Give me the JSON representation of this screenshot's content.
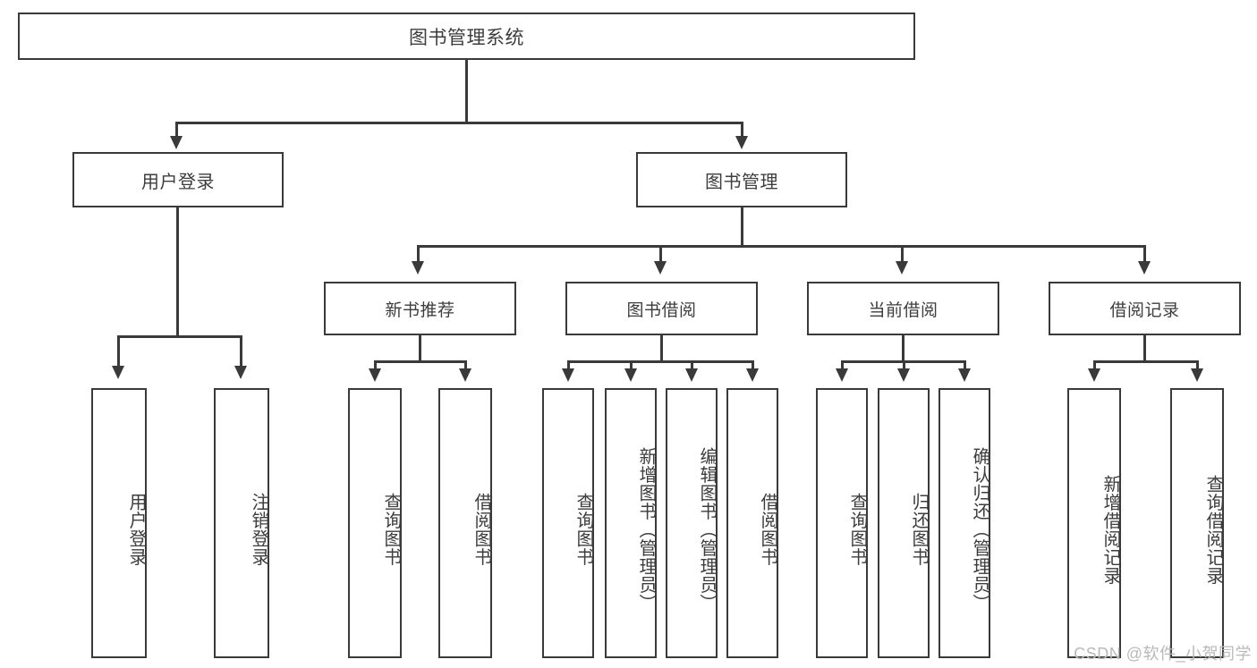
{
  "diagram": {
    "title": "图书管理系统",
    "type": "tree",
    "watermark": "CSDN @软件_小贺同学",
    "colors": {
      "stroke": "#3a3a3a",
      "fill": "#ffffff",
      "text": "#3d3d3d",
      "watermark": "#b9b9b9"
    },
    "root": {
      "label": "图书管理系统"
    },
    "level1": [
      {
        "label": "用户登录"
      },
      {
        "label": "图书管理"
      }
    ],
    "level2": [
      {
        "label": "新书推荐"
      },
      {
        "label": "图书借阅"
      },
      {
        "label": "当前借阅"
      },
      {
        "label": "借阅记录"
      }
    ],
    "leaves": {
      "user_login": [
        {
          "label": "用户登录"
        },
        {
          "label": "注销登录"
        }
      ],
      "new_book": [
        {
          "label": "查询图书"
        },
        {
          "label": "借阅图书"
        }
      ],
      "borrow_book": [
        {
          "label": "查询图书"
        },
        {
          "label": "新增图书（管理员）"
        },
        {
          "label": "编辑图书（管理员）"
        },
        {
          "label": "借阅图书"
        }
      ],
      "current_borrow": [
        {
          "label": "查询图书"
        },
        {
          "label": "归还图书"
        },
        {
          "label": "确认归还（管理员）"
        }
      ],
      "borrow_record": [
        {
          "label": "新增借阅记录"
        },
        {
          "label": "查询借阅记录"
        }
      ]
    }
  }
}
